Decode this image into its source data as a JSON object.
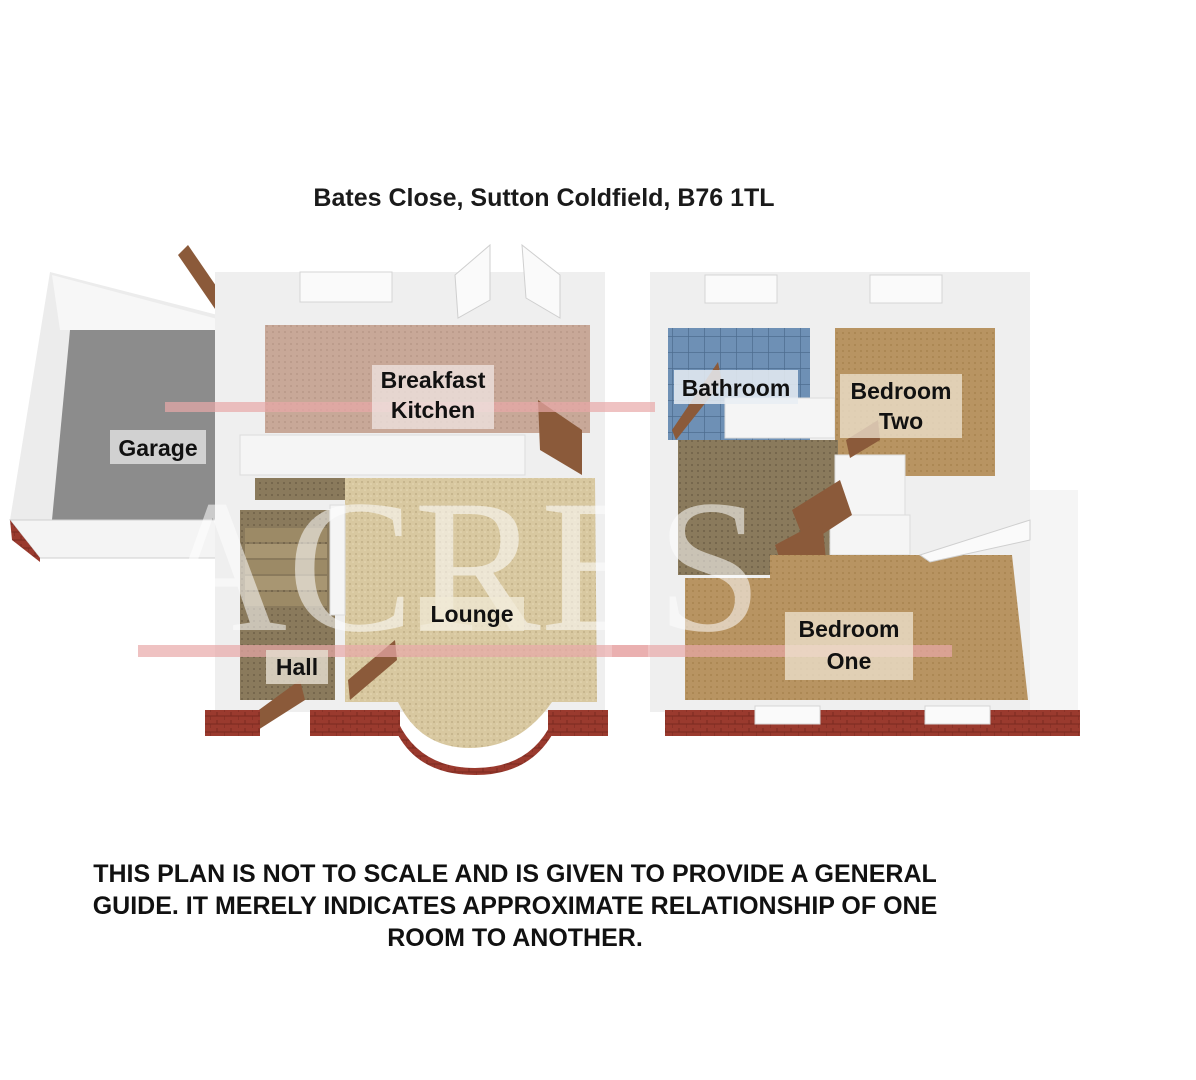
{
  "title": "Bates Close, Sutton Coldfield, B76 1TL",
  "watermark": "ACRES",
  "rooms": {
    "garage": "Garage",
    "breakfast_kitchen_line1": "Breakfast",
    "breakfast_kitchen_line2": "Kitchen",
    "lounge": "Lounge",
    "hall": "Hall",
    "bathroom": "Bathroom",
    "bedroom_two_line1": "Bedroom",
    "bedroom_two_line2": "Two",
    "bedroom_one_line1": "Bedroom",
    "bedroom_one_line2": "One"
  },
  "disclaimer": "THIS PLAN IS NOT TO SCALE AND IS GIVEN TO PROVIDE A GENERAL\nGUIDE. IT MERELY INDICATES APPROXIMATE RELATIONSHIP OF ONE\nROOM TO ANOTHER.",
  "colors": {
    "wall": "#f2f2f2",
    "brick": "#9a3a2e",
    "garage_floor": "#8c8c8c",
    "kitchen_floor": "#c9a99a",
    "carpet_light": "#d9c9a3",
    "carpet_dark": "#8a7a5c",
    "bedroom_carpet": "#b89462",
    "bath_tile": "#6e90b5",
    "door": "#8b5a3a",
    "watermark_stripe": "#e8a8a8"
  }
}
